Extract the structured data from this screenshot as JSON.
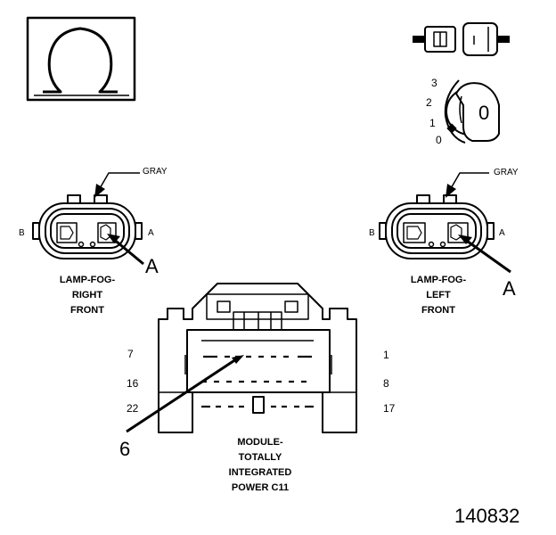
{
  "figure_id": "140832",
  "meter": {
    "symbol": "Ω",
    "key_positions": [
      "3",
      "2",
      "1",
      "0"
    ],
    "key_face": "0"
  },
  "connector_right_front": {
    "wire_color": "GRAY",
    "pin_b": "B",
    "pin_a": "A",
    "callout": "A",
    "caption_lines": [
      "LAMP-FOG-",
      "RIGHT",
      "FRONT"
    ]
  },
  "connector_left_front": {
    "wire_color": "GRAY",
    "pin_b": "B",
    "pin_a": "A",
    "callout": "A",
    "caption_lines": [
      "LAMP-FOG-",
      "LEFT",
      "FRONT"
    ]
  },
  "module_connector": {
    "left_pins": [
      "7",
      "16",
      "22"
    ],
    "right_pins": [
      "1",
      "8",
      "17"
    ],
    "callout": "6",
    "caption_lines": [
      "MODULE-",
      "TOTALLY",
      "INTEGRATED",
      "POWER C11"
    ]
  }
}
